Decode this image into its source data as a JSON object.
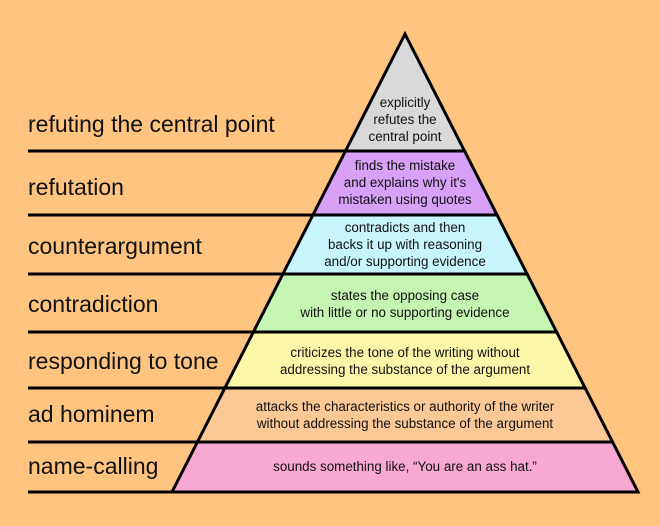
{
  "colors": {
    "background": "#ffc480",
    "outline": "#000000"
  },
  "levels": [
    {
      "name": "refuting the central point",
      "description": [
        "explicitly",
        "refutes the",
        "central point"
      ],
      "color": "#d9d9d9"
    },
    {
      "name": "refutation",
      "description": [
        "finds the mistake",
        "and explains why it's",
        "mistaken using quotes"
      ],
      "color": "#d8a0f7"
    },
    {
      "name": "counterargument",
      "description": [
        "contradicts and then",
        "backs it up with reasoning",
        "and/or supporting evidence"
      ],
      "color": "#c8f4fd"
    },
    {
      "name": "contradiction",
      "description": [
        "states the opposing case",
        "with little or no supporting evidence"
      ],
      "color": "#c4f5b2"
    },
    {
      "name": "responding to tone",
      "description": [
        "criticizes the tone of the writing without",
        "addressing the substance of the argument"
      ],
      "color": "#fbf7a8"
    },
    {
      "name": "ad hominem",
      "description": [
        "attacks the characteristics or authority of the writer",
        "without addressing the substance of the argument"
      ],
      "color": "#fbc896"
    },
    {
      "name": "name-calling",
      "description": [
        "sounds something like, “You are an ass hat.”"
      ],
      "color": "#f9a8d2"
    }
  ]
}
